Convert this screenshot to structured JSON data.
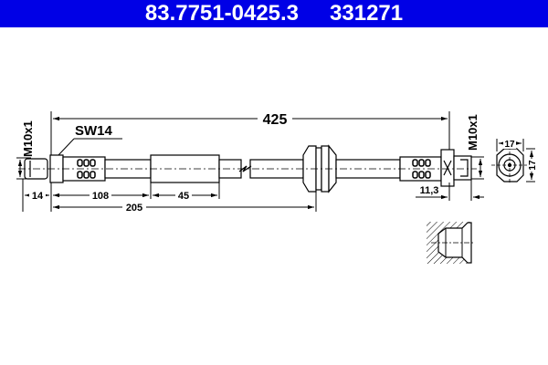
{
  "header": {
    "part_number": "83.7751-0425.3",
    "ref_number": "331271",
    "background": "#0000e6"
  },
  "drawing": {
    "overall_length": "425",
    "wrench_size": "SW14",
    "left_thread": "M10x1",
    "right_thread": "M10x1",
    "dim_14": "14",
    "dim_108": "108",
    "dim_45": "45",
    "dim_205": "205",
    "dim_11_3": "11,3",
    "end_view_width": "17",
    "end_view_height": "17"
  }
}
